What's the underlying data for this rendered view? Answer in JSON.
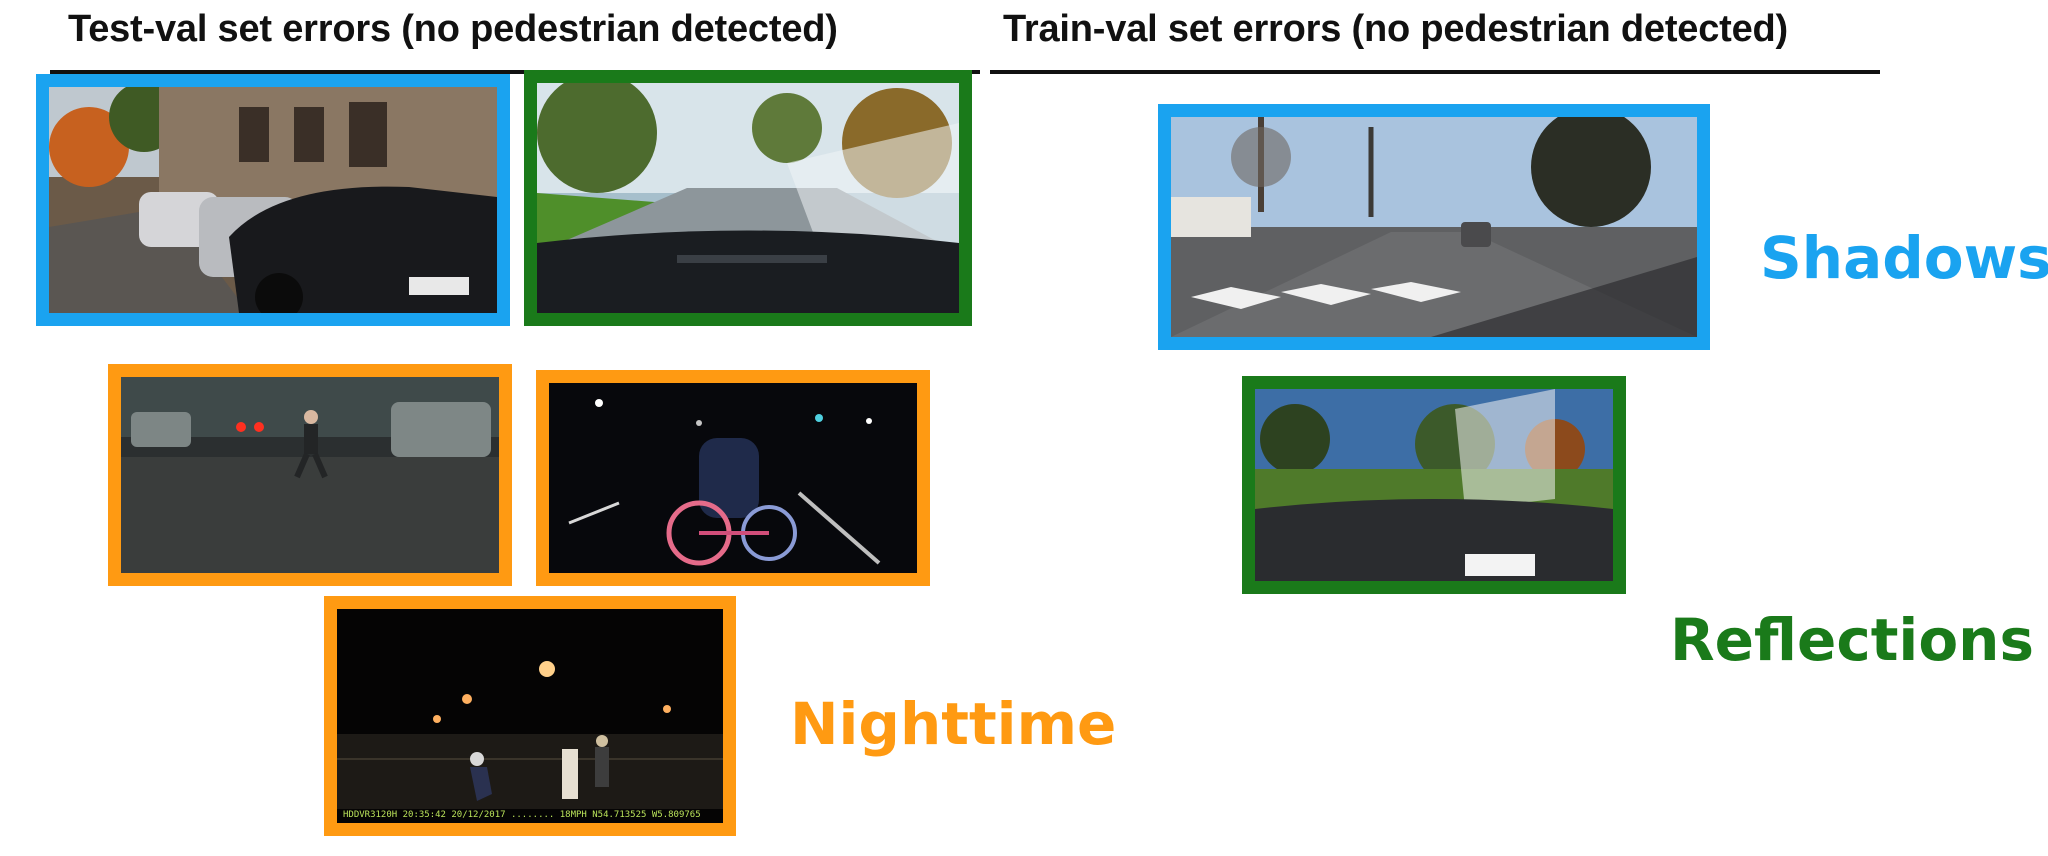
{
  "headings": {
    "test_val": "Test-val set errors (no pedestrian detected)",
    "train_val": "Train-val set errors (no pedestrian detected)"
  },
  "categories": {
    "shadows": {
      "label": "Shadows",
      "color": "#1aa3f0"
    },
    "reflections": {
      "label": "Reflections",
      "color": "#1a7a1a"
    },
    "nighttime": {
      "label": "Nighttime",
      "color": "#ff9a12"
    }
  },
  "dashcam_overlay": "HDDVR3120H 20:35:42 20/12/2017 ........ 18MPH N54.713525 W5.809765",
  "images": [
    {
      "name": "test-shadow-street",
      "category": "shadows",
      "scene": "sunny street with parked cars"
    },
    {
      "name": "test-reflection-windshield",
      "category": "reflections",
      "scene": "road through windshield glare"
    },
    {
      "name": "test-night-pedestrian",
      "category": "nighttime",
      "scene": "person crossing at night"
    },
    {
      "name": "test-night-cyclist",
      "category": "nighttime",
      "scene": "cyclist at night"
    },
    {
      "name": "test-night-dashcam",
      "category": "nighttime",
      "scene": "dashcam night crossing"
    },
    {
      "name": "train-shadow-crosswalk",
      "category": "shadows",
      "scene": "crosswalk with tree shadows"
    },
    {
      "name": "train-reflection-windshield",
      "category": "reflections",
      "scene": "park through windshield"
    }
  ]
}
